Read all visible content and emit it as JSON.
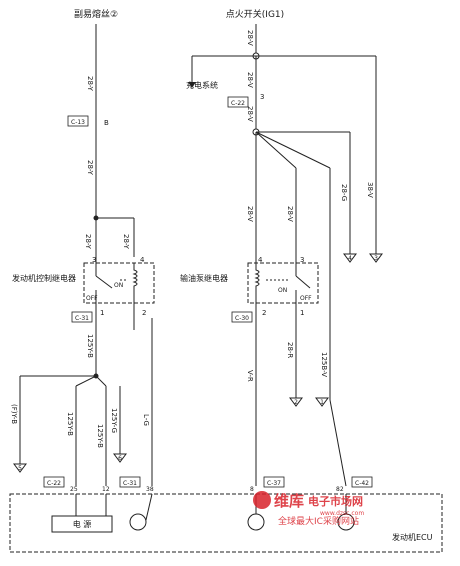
{
  "header": {
    "sub_fuse": "副易熔丝②",
    "ignition_switch": "点火开关(IG1)"
  },
  "wires": {
    "left_28y_top": "28-Y",
    "left_28y_mid": "28-Y",
    "left_28y_a": "28-Y",
    "left_28y_b": "28-Y",
    "right_28v_top": "28-V",
    "right_28v_b": "28-V",
    "right_28v_c": "28-V",
    "right_28v_d": "28-V",
    "right_28g": "28-G",
    "right_38v": "38-V",
    "w125y_b_top": "125Y-B",
    "w125y_b_left": "125Y-B",
    "w125y_b_mid": "125Y-B",
    "w125y_g": "125Y-G",
    "wlg": "L-G",
    "wfy_b": "(F)Y-B",
    "wvr": "V-R",
    "w28r": "28-R",
    "w125b_v": "125B-V"
  },
  "labels": {
    "charging_system": "充电系统",
    "engine_relay": "发动机控制继电器",
    "pump_relay": "输油泵继电器",
    "engine_ecu": "发动机ECU",
    "power_supply": "电  源",
    "relay_on": "ON",
    "relay_off": "OFF"
  },
  "connectors": {
    "c_left_top": "C-13",
    "c_mid_top": "C-22",
    "c_left_relay": "C-31",
    "c_right_relay": "C-30",
    "c_ecu_left": "C-22",
    "c_ecu_mid": "C-31",
    "c_ecu_right": "C-37",
    "c_ecu_far": "C-42"
  },
  "pins": {
    "left_b": "B",
    "right_3": "3",
    "r3": "3",
    "r4": "4",
    "r1": "1",
    "r2": "2",
    "p3": "3",
    "p4": "4",
    "p2": "2",
    "p1": "1",
    "e25": "25",
    "e12": "12",
    "e38": "38",
    "e8": "8",
    "e82": "82"
  },
  "grounds": {
    "g5": "5",
    "g6": "6",
    "g2": "2",
    "g4": "4",
    "g3": "3",
    "g1": "1"
  },
  "watermark": {
    "brand": "维库",
    "title": "电子市场网",
    "url": "www.dzsc.com",
    "slogan": "全球最大IC采购网站"
  }
}
